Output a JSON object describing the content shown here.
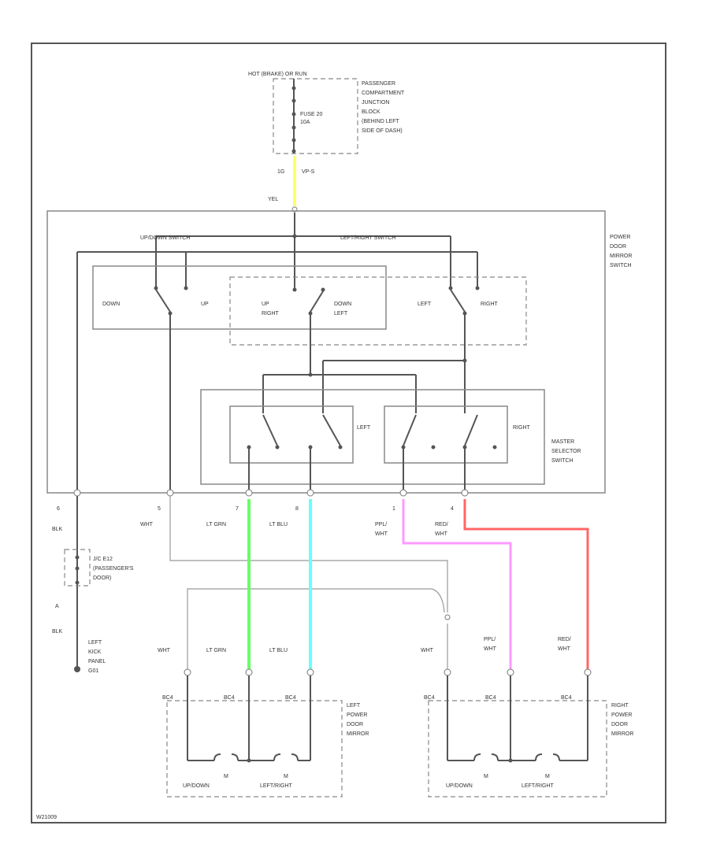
{
  "footer_code": "W21009",
  "colors": {
    "yel": "#ffff66",
    "lt_grn": "#66ff66",
    "lt_blu": "#66ffff",
    "ppl_wht": "#ff99ff",
    "red_wht": "#ff6666"
  },
  "fuse_block": {
    "header": "HOT (BRAKE) OR RUN",
    "fuse_line1": "FUSE 20",
    "fuse_line2": "10A",
    "desc": [
      "PASSENGER",
      "COMPARTMENT",
      "JUNCTION",
      "BLOCK",
      "(BEHIND LEFT",
      "SIDE OF DASH)"
    ],
    "pin": "1G",
    "pin_label": "VP-S",
    "wire_color": "YEL"
  },
  "switch": {
    "name": [
      "POWER",
      "DOOR",
      "MIRROR",
      "SWITCH"
    ],
    "up_down_label": "UP/DOWN SWITCH",
    "left_right_label": "LEFT/RIGHT SWITCH",
    "down": "DOWN",
    "up": "UP",
    "up_right": [
      "UP",
      "RIGHT"
    ],
    "down_left": [
      "DOWN",
      "LEFT"
    ],
    "left": "LEFT",
    "right": "RIGHT",
    "selector_name": [
      "MASTER",
      "SELECTOR",
      "SWITCH"
    ],
    "sel_left": "LEFT",
    "sel_right": "RIGHT"
  },
  "pins": [
    {
      "num": "6",
      "color": "BLK"
    },
    {
      "num": "5",
      "color": "WHT"
    },
    {
      "num": "7",
      "color": "LT GRN"
    },
    {
      "num": "8",
      "color": "LT BLU"
    },
    {
      "num": "1",
      "color": [
        "PPL/",
        "WHT"
      ]
    },
    {
      "num": "4",
      "color": [
        "RED/",
        "WHT"
      ]
    }
  ],
  "ground": {
    "connector": [
      "J/C E12",
      "(PASSENGER'S",
      "DOOR)"
    ],
    "pin": "A",
    "wire": "BLK",
    "location": [
      "LEFT",
      "KICK",
      "PANEL",
      "G01"
    ]
  },
  "left_mirror": {
    "name": [
      "LEFT",
      "POWER",
      "DOOR",
      "MIRROR"
    ],
    "wires": [
      "WHT",
      "LT GRN",
      "LT BLU"
    ],
    "connectors": [
      "BC4",
      "BC4",
      "BC4"
    ],
    "motor_symbol": "M",
    "motor_labels": [
      "UP/DOWN",
      "LEFT/RIGHT"
    ]
  },
  "right_mirror": {
    "name": [
      "RIGHT",
      "POWER",
      "DOOR",
      "MIRROR"
    ],
    "wires": [
      "WHT",
      [
        "PPL/",
        "WHT"
      ],
      [
        "RED/",
        "WHT"
      ]
    ],
    "connectors": [
      "BC4",
      "BC4",
      "BC4"
    ],
    "motor_symbol": "M",
    "motor_labels": [
      "UP/DOWN",
      "LEFT/RIGHT"
    ]
  }
}
